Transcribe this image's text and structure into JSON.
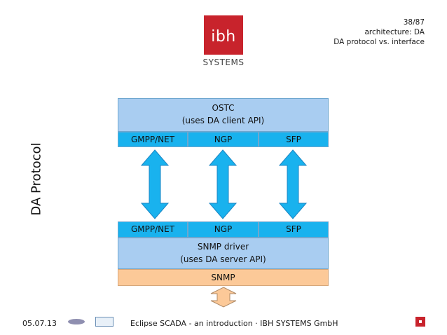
{
  "logo": {
    "text": "ibh",
    "sub": "SYSTEMS"
  },
  "header": {
    "page": "38/87",
    "section": "architecture: DA",
    "topic": "DA protocol vs. interface"
  },
  "side_title": "DA Protocol",
  "diagram": {
    "top_box": {
      "line1": "OSTC",
      "line2": "(uses DA client API)"
    },
    "top_protocols": [
      "GMPP/NET",
      "NGP",
      "SFP"
    ],
    "bottom_protocols": [
      "GMPP/NET",
      "NGP",
      "SFP"
    ],
    "driver_box": {
      "line1": "SNMP driver",
      "line2": "(uses DA server API)"
    },
    "snmp_box": "SNMP"
  },
  "footer": {
    "date": "05.07.13",
    "text": "Eclipse SCADA - an introduction · IBH SYSTEMS GmbH"
  },
  "colors": {
    "brand_red": "#c8232c",
    "light_blue": "#a9cdf1",
    "cyan": "#19b2ee",
    "peach": "#fcc998"
  }
}
